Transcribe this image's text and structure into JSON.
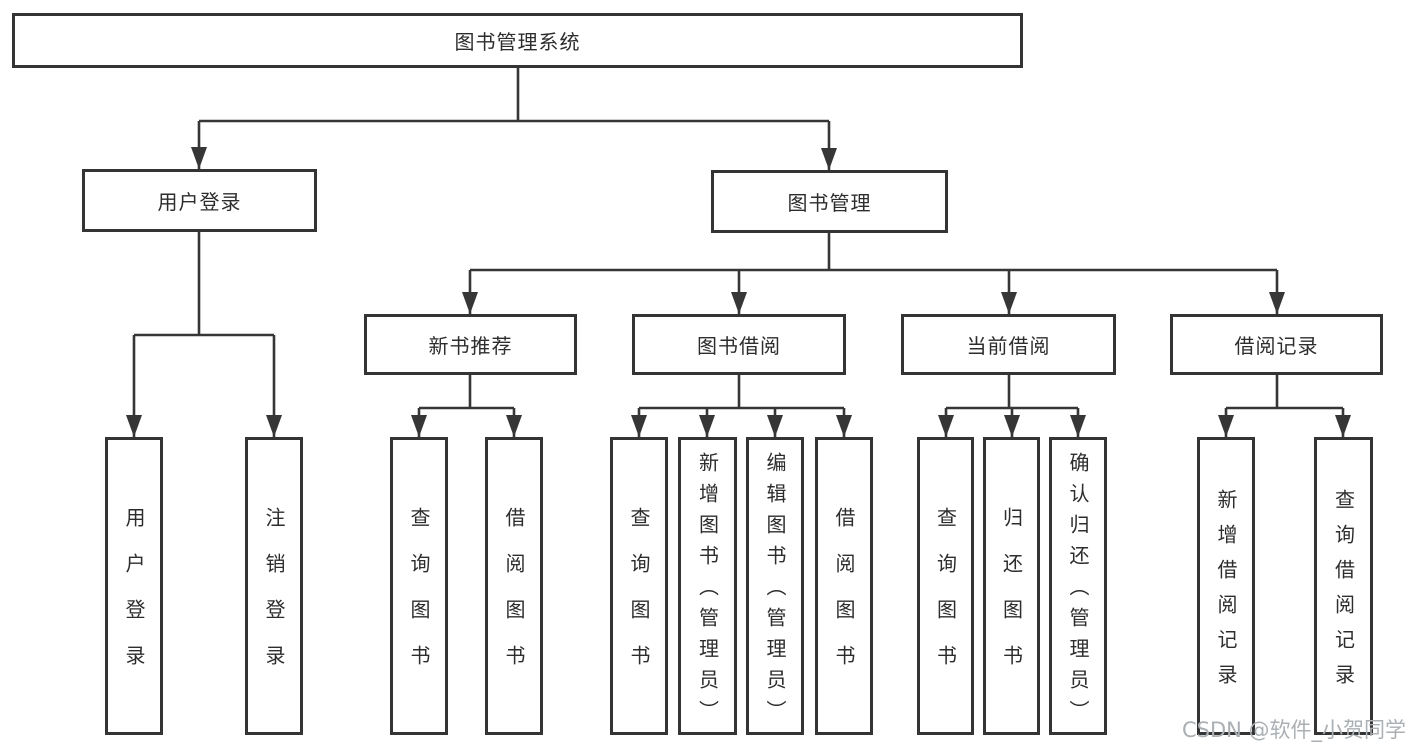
{
  "tree": {
    "label": "图书管理系统",
    "children": [
      {
        "label": "用户登录",
        "children": [
          {
            "label": "用户登录"
          },
          {
            "label": "注销登录"
          }
        ]
      },
      {
        "label": "图书管理",
        "children": [
          {
            "label": "新书推荐",
            "children": [
              {
                "label": "查询图书"
              },
              {
                "label": "借阅图书"
              }
            ]
          },
          {
            "label": "图书借阅",
            "children": [
              {
                "label": "查询图书"
              },
              {
                "label": "新增图书（管理员）"
              },
              {
                "label": "编辑图书（管理员）"
              },
              {
                "label": "借阅图书"
              }
            ]
          },
          {
            "label": "当前借阅",
            "children": [
              {
                "label": "查询图书"
              },
              {
                "label": "归还图书"
              },
              {
                "label": "确认归还（管理员）"
              }
            ]
          },
          {
            "label": "借阅记录",
            "children": [
              {
                "label": "新增借阅记录"
              },
              {
                "label": "查询借阅记录"
              }
            ]
          }
        ]
      }
    ]
  },
  "watermark": {
    "text": "CSDN @软件_小贺同学"
  },
  "colors": {
    "line": "#363636",
    "box_border": "#343434",
    "box_fill": "#ffffff",
    "text": "#2d2d2d",
    "watermark": "#abb0b4",
    "background": "#ffffff"
  }
}
